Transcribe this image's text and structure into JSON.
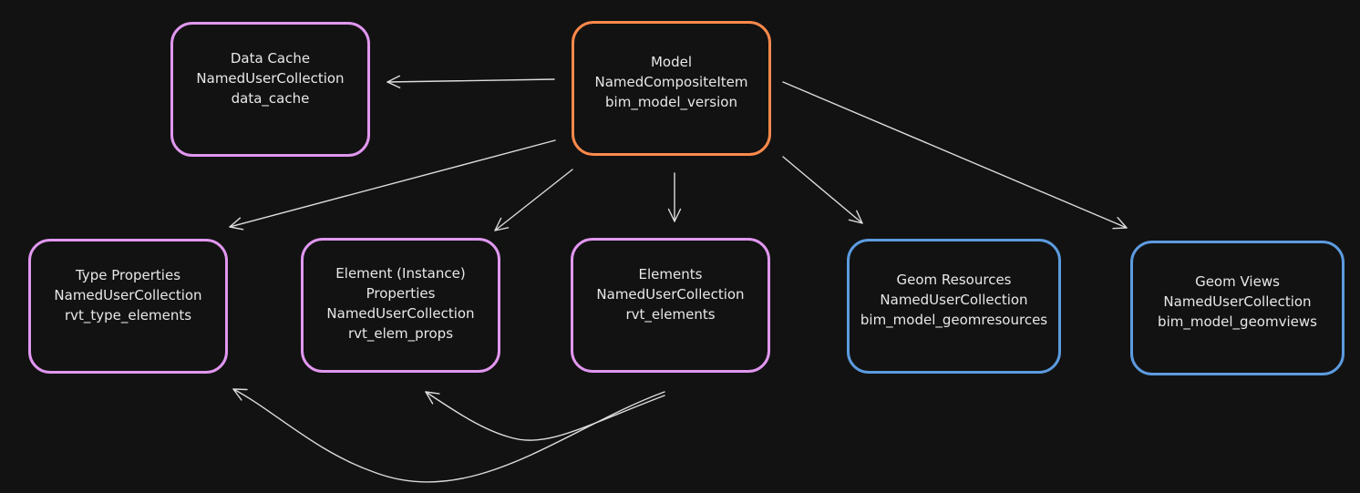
{
  "colors": {
    "background": "#121212",
    "text": "#e8e8e8",
    "edge": "#dcdcdc",
    "purple_border": "#e197f0",
    "orange_border": "#ff8a4c",
    "blue_border": "#5c9bdf"
  },
  "nodes": {
    "data_cache": {
      "lines": [
        "Data Cache",
        "NamedUserCollection",
        "data_cache"
      ]
    },
    "model": {
      "lines": [
        "Model",
        "NamedCompositeItem",
        "bim_model_version"
      ]
    },
    "type_properties": {
      "lines": [
        "Type Properties",
        "NamedUserCollection",
        "rvt_type_elements"
      ]
    },
    "element_properties": {
      "lines": [
        "Element (Instance)",
        "Properties",
        "NamedUserCollection",
        "rvt_elem_props"
      ]
    },
    "elements": {
      "lines": [
        "Elements",
        "NamedUserCollection",
        "rvt_elements"
      ]
    },
    "geom_resources": {
      "lines": [
        "Geom Resources",
        "NamedUserCollection",
        "bim_model_geomresources"
      ]
    },
    "geom_views": {
      "lines": [
        "Geom Views",
        "NamedUserCollection",
        "bim_model_geomviews"
      ]
    }
  },
  "edges": [
    {
      "from": "model",
      "to": "data_cache"
    },
    {
      "from": "model",
      "to": "type_properties"
    },
    {
      "from": "model",
      "to": "element_properties"
    },
    {
      "from": "model",
      "to": "elements"
    },
    {
      "from": "model",
      "to": "geom_resources"
    },
    {
      "from": "model",
      "to": "geom_views"
    },
    {
      "from": "elements",
      "to": "type_properties"
    },
    {
      "from": "elements",
      "to": "element_properties"
    }
  ]
}
